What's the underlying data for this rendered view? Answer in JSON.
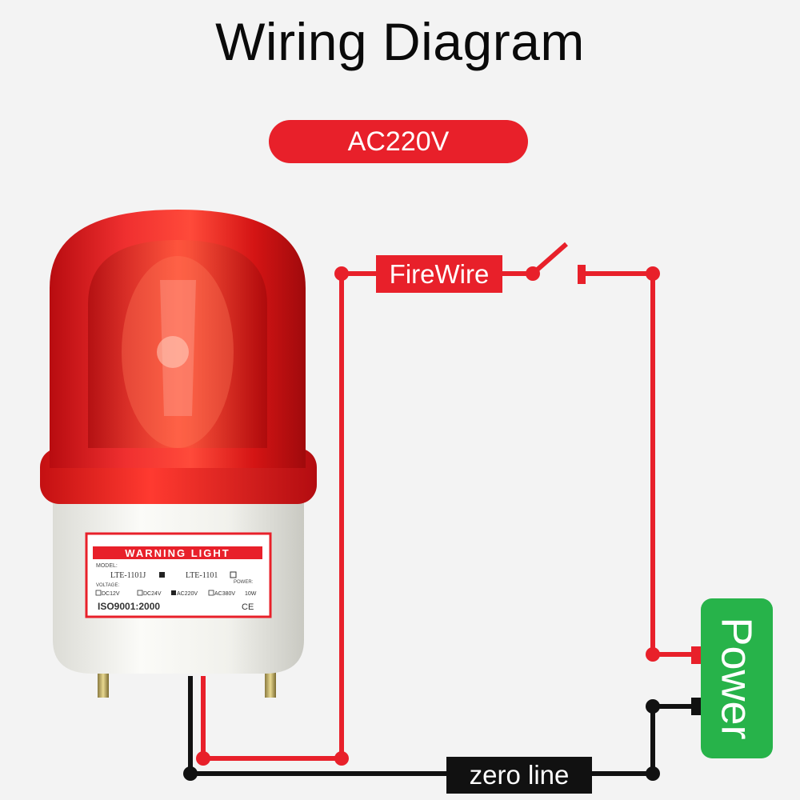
{
  "title": "Wiring Diagram",
  "voltage_badge": "AC220V",
  "labels": {
    "fire_wire": "FireWire",
    "zero_line": "zero line",
    "power": "Power"
  },
  "device_label": {
    "heading": "WARNING LIGHT",
    "model_caption": "MODEL:",
    "model_a": "LTE-1101J",
    "model_b": "LTE-1101",
    "voltage_caption": "VOLTAGE:",
    "power_caption": "POWER:",
    "voltages": [
      "DC12V",
      "DC24V",
      "AC220V",
      "AC380V"
    ],
    "power_value": "10W",
    "iso": "ISO9001:2000",
    "ce": "CE"
  },
  "colors": {
    "fire_wire": "#e8202a",
    "zero_line": "#111111",
    "power_box": "#27b34a",
    "lamp_red": "#e01818",
    "background": "#f3f3f3"
  }
}
